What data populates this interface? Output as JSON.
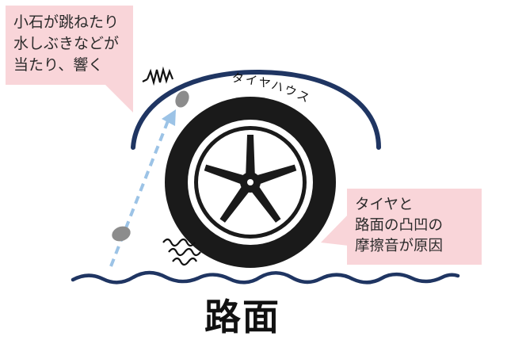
{
  "callouts": {
    "top_left": [
      "小石が跳ねたり",
      "水しぶきなどが",
      "当たり、響く"
    ],
    "right": [
      "タイヤと",
      "路面の凸凹の",
      "摩擦音が原因"
    ]
  },
  "labels": {
    "tire_house": "タイヤハウス",
    "road": "路面"
  },
  "colors": {
    "callout_bg": "#f9d5d9",
    "navy": "#1f3562",
    "dash_blue": "#9cc3e6",
    "tire": "#1a1a1a",
    "stone": "#8c8c8c"
  },
  "icons": {
    "impact_top": "zigzag-sound-icon",
    "impact_bottom": "spring-noise-icon"
  }
}
